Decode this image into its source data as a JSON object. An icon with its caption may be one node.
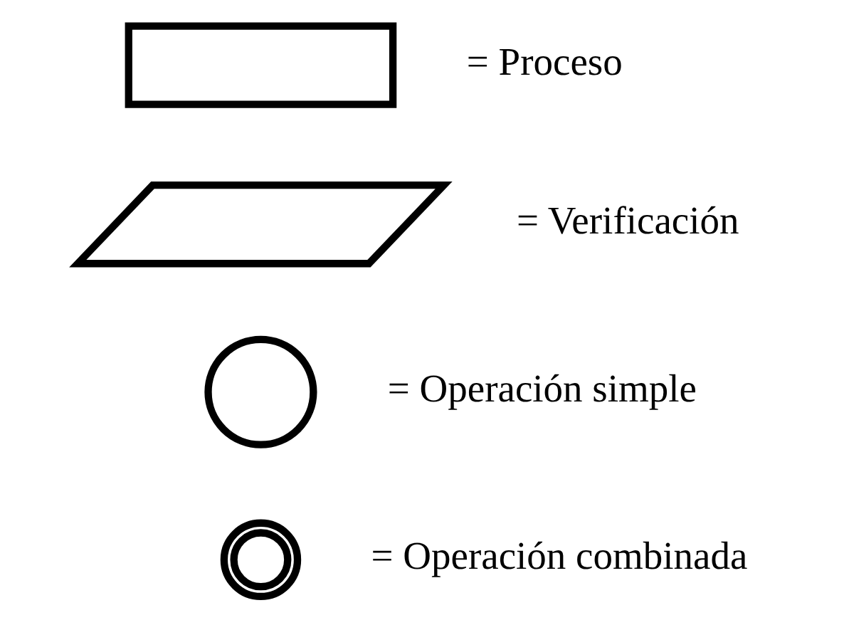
{
  "diagram": {
    "nodes": [
      {
        "text": [],
        "shape": "box",
        "beside": [
          "= Proceso"
        ]
      },
      {
        "text": [],
        "shape": "parallelogram",
        "beside": [
          "= Verificación"
        ]
      },
      {
        "text": [],
        "shape": "circle",
        "beside": [
          "= Operación simple"
        ]
      },
      {
        "text": [],
        "shape": "doublecircle",
        "beside": [
          "= Operación combinada"
        ]
      }
    ],
    "edges": []
  }
}
